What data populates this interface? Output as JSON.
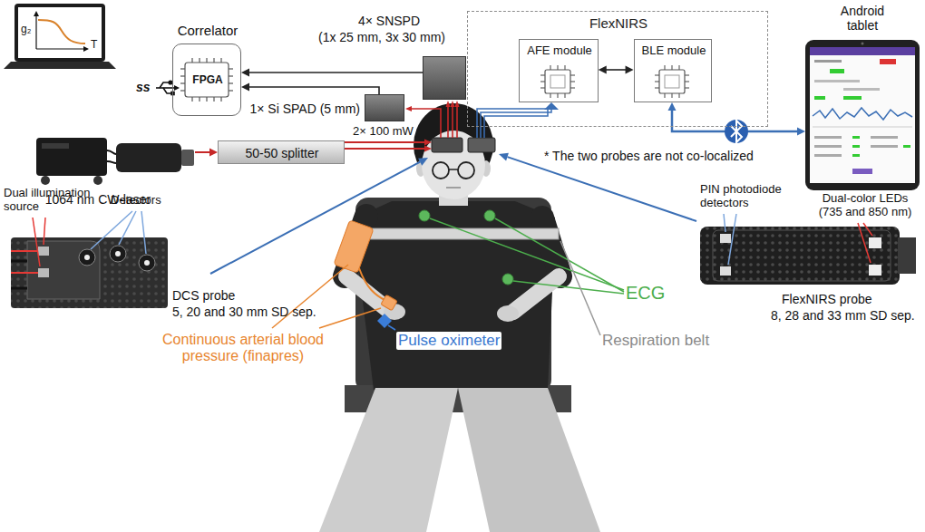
{
  "diagram": {
    "nodes": [
      {
        "text": [
          "Correlator",
          "FPGA"
        ]
      },
      {
        "text": [
          "4× SNSPD",
          "(1x 25 mm, 3x 30 mm)"
        ]
      },
      {
        "text": [
          "1× Si SPAD (5 mm)"
        ]
      },
      {
        "text": [
          "1064 nm CW-laser"
        ]
      },
      {
        "text": [
          "50-50 splitter"
        ]
      },
      {
        "text": [
          "FlexNIRS"
        ]
      },
      {
        "text": [
          "AFE module"
        ],
        "in": 5
      },
      {
        "text": [
          "BLE module"
        ],
        "in": 5
      },
      {
        "text": [
          "Android tablet"
        ]
      }
    ],
    "edges": [
      {
        "from": 1,
        "to": 0,
        "arrow": "to"
      },
      {
        "from": 2,
        "to": 0,
        "arrow": "to"
      },
      {
        "from": 3,
        "to": 4,
        "arrow": "to"
      },
      {
        "from": 6,
        "to": 7,
        "arrow": "both"
      },
      {
        "from": 7,
        "to": 8,
        "arrow": "both"
      }
    ],
    "labels": [
      "g₂",
      "T",
      "ss",
      "2× 100 mW",
      "* The two probes are not co-localized",
      "Dual illumination source",
      "Detectors",
      "DCS probe",
      "5, 20 and 30 mm SD sep.",
      "ECG",
      "Respiration belt",
      "Continuous arterial blood pressure (finapres)",
      "Pulse oximeter",
      "PIN photodiode detectors",
      "Dual-color LEDs (735 and 850 nm)",
      "FlexNIRS probe",
      "8, 28 and 33 mm SD sep."
    ]
  }
}
